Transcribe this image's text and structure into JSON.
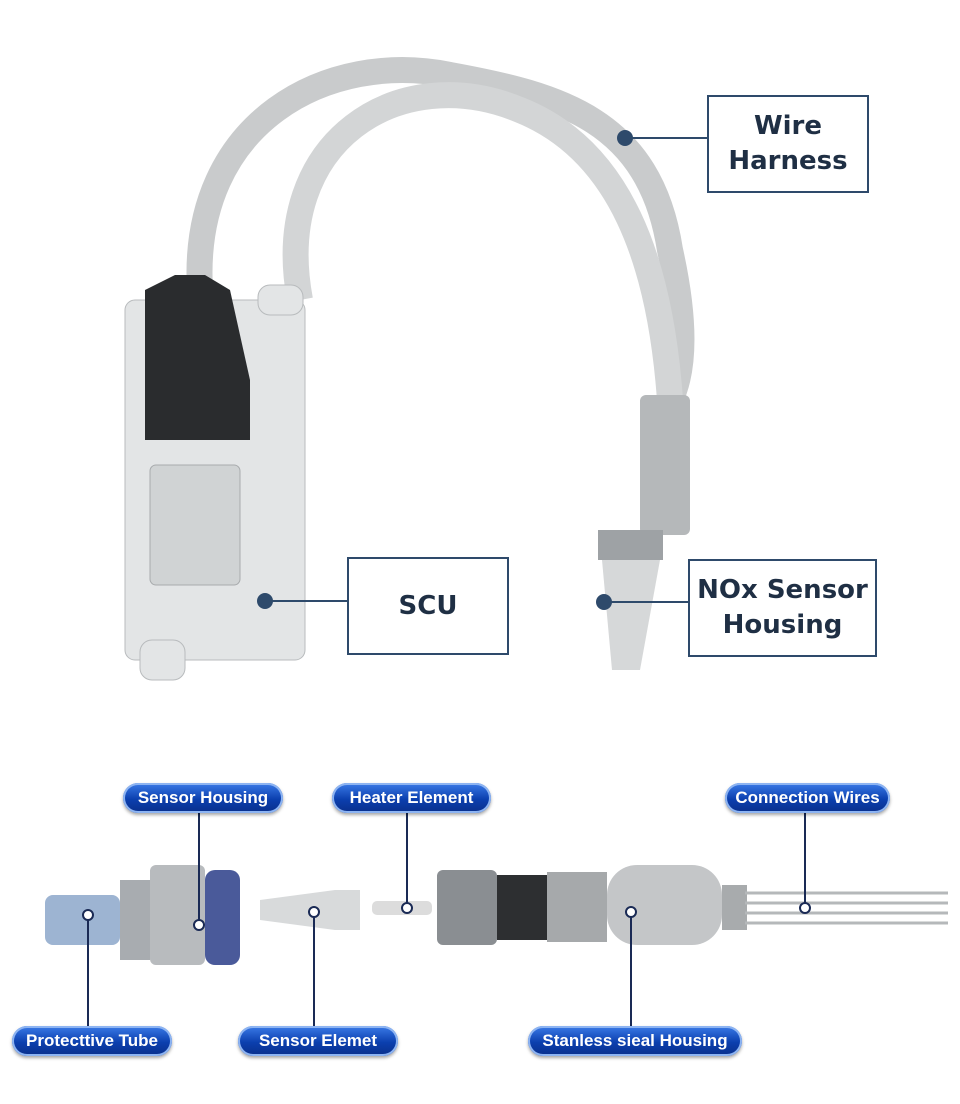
{
  "top_labels": {
    "wire_harness": "Wire\nHarness",
    "scu": "SCU",
    "nox_housing": "NOx Sensor\nHousing"
  },
  "bottom_labels": {
    "sensor_housing": "Sensor Housing",
    "heater_element": "Heater Element",
    "connection_wires": "Connection Wires",
    "protective_tube": "Protecttive Tube",
    "sensor_element": "Sensor Elemet",
    "stainless_housing": "Stanless sieal Housing"
  },
  "colors": {
    "callout": "#2e4a6b",
    "pill": "#0b3fae"
  }
}
